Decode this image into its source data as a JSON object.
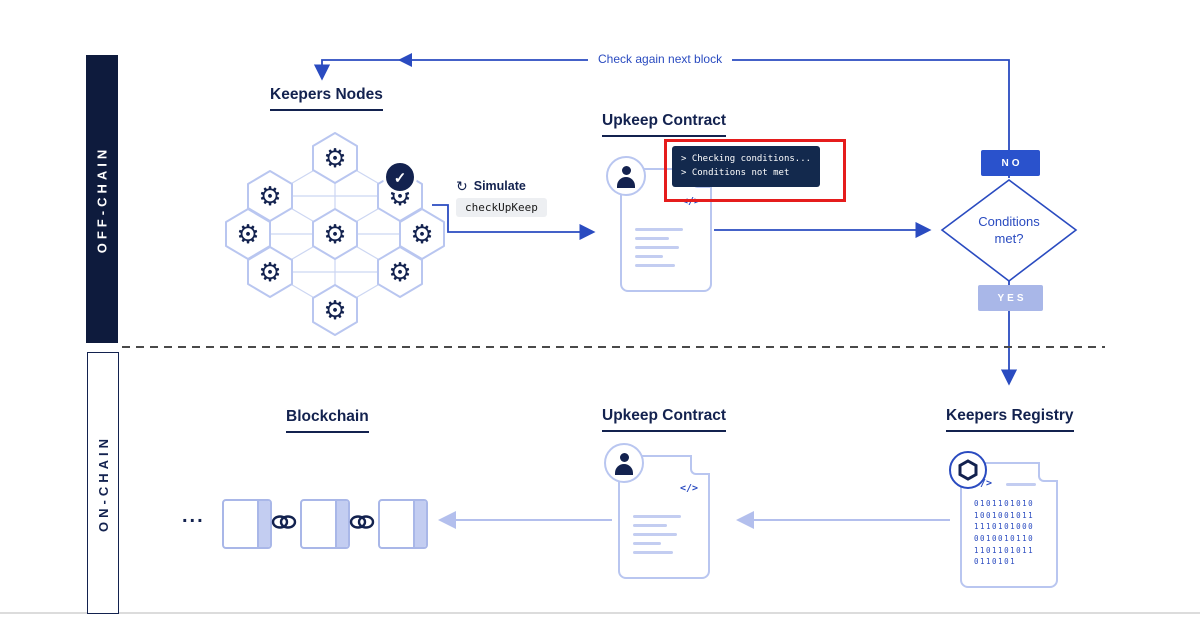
{
  "sections": {
    "off_chain": "OFF-CHAIN",
    "on_chain": "ON-CHAIN"
  },
  "headings": {
    "keepers_nodes": "Keepers Nodes",
    "upkeep_contract_top": "Upkeep Contract",
    "blockchain": "Blockchain",
    "upkeep_contract_bottom": "Upkeep Contract",
    "keepers_registry": "Keepers Registry"
  },
  "flow": {
    "check_again_label": "Check again next block",
    "no_label": "NO",
    "yes_label": "YES",
    "decision_line1": "Conditions",
    "decision_line2": "met?"
  },
  "simulate": {
    "label": "Simulate",
    "code": "checkUpKeep"
  },
  "terminal": {
    "line1": "> Checking conditions...",
    "line2": "> Conditions not met"
  },
  "doc": {
    "code_tag": "</>"
  },
  "blockchain_row": {
    "ellipsis": "..."
  },
  "registry": {
    "binary_rows": [
      "0101101010",
      "1001001011",
      "1110101000",
      "0010010110",
      "1101101011",
      "0110101"
    ]
  },
  "icons": {
    "gear": "⚙",
    "check": "✓",
    "refresh": "↻"
  },
  "colors": {
    "accent_blue": "#2a4bc0",
    "navy": "#13224f",
    "periwinkle": "#b9c6f0",
    "no_fill": "#2a52cc",
    "yes_fill": "#a9b7e8",
    "terminal_bg": "#13294d",
    "highlight_red": "#e51c1c"
  }
}
